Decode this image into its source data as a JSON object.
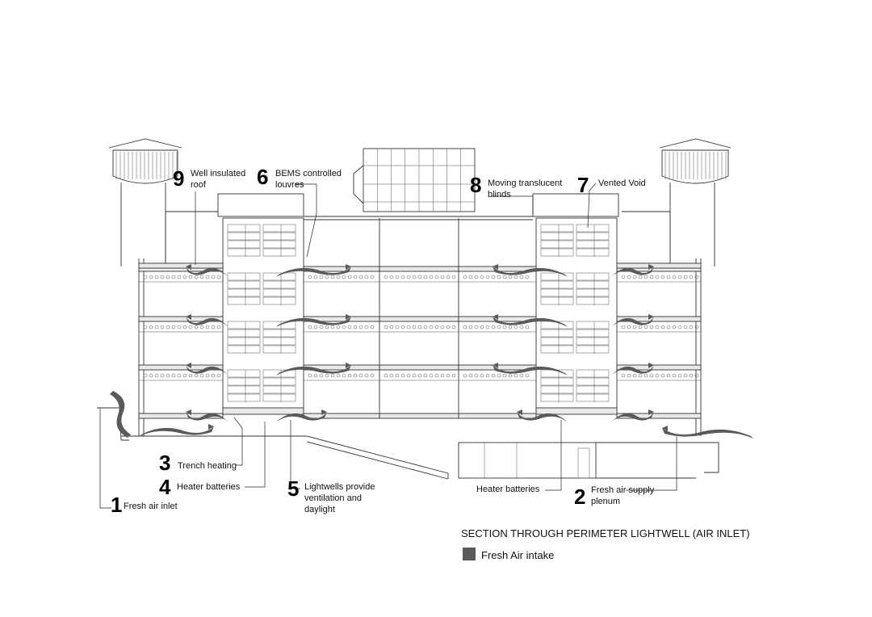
{
  "callouts": [
    {
      "num": "9",
      "lines": [
        "Well insulated",
        "roof"
      ]
    },
    {
      "num": "6",
      "lines": [
        "BEMS controlled",
        "louvres"
      ]
    },
    {
      "num": "8",
      "lines": [
        "Moving translucent",
        "blinds"
      ]
    },
    {
      "num": "7",
      "lines": [
        "Vented Void"
      ]
    },
    {
      "num": "3",
      "lines": [
        "Trench heating"
      ]
    },
    {
      "num": "4",
      "lines": [
        "Heater batteries"
      ]
    },
    {
      "num": "5",
      "lines": [
        "Lightwells provide",
        "ventilation and",
        "daylight"
      ]
    },
    {
      "num": "1",
      "lines": [
        "Fresh air inlet"
      ]
    },
    {
      "num": "2",
      "lines": [
        "Fresh air supply",
        "plenum"
      ]
    }
  ],
  "extra_label": "Heater batteries",
  "caption": "SECTION THROUGH PERIMETER LIGHTWELL (AIR INLET)",
  "legend": {
    "label": "Fresh Air intake",
    "swatch_color": "#5a5a5a"
  },
  "colors": {
    "line": "#333333",
    "air_arrow": "#5a5a5a"
  }
}
